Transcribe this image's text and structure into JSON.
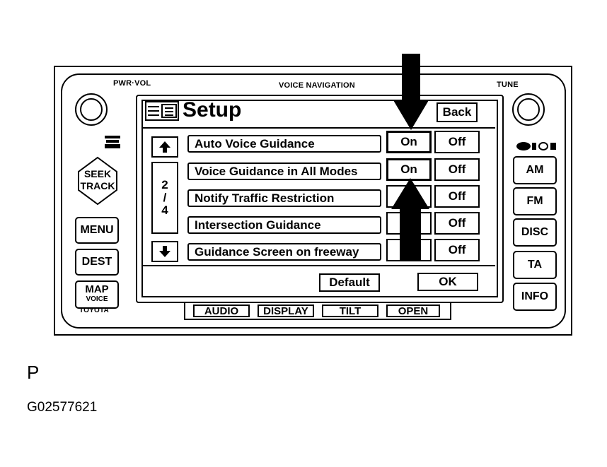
{
  "header_labels": {
    "pwr_vol": "PWR·VOL",
    "voice_navigation": "VOICE NAVIGATION",
    "tune": "TUNE",
    "brand": "TOYOTA"
  },
  "left_buttons": [
    {
      "id": "seek",
      "label_top": "SEEK",
      "label_bottom": "TRACK"
    },
    {
      "id": "menu",
      "label": "MENU"
    },
    {
      "id": "dest",
      "label": "DEST"
    },
    {
      "id": "map",
      "label_top": "MAP",
      "label_bottom": "VOICE"
    }
  ],
  "right_buttons": [
    "AM",
    "FM",
    "DISC",
    "TA",
    "INFO"
  ],
  "screen": {
    "title": "Setup",
    "back": "Back",
    "page_indicator": {
      "current": "2",
      "sep": "/",
      "total": "4"
    },
    "rows": [
      {
        "label": "Auto Voice Guidance",
        "on": "On",
        "off": "Off",
        "selected": "on"
      },
      {
        "label": "Voice Guidance in All Modes",
        "on": "On",
        "off": "Off",
        "selected": "on"
      },
      {
        "label": "Notify Traffic Restriction",
        "on": "",
        "off": "Off",
        "selected": "none"
      },
      {
        "label": "Intersection Guidance",
        "on": "",
        "off": "Off",
        "selected": "none"
      },
      {
        "label": "Guidance Screen on freeway",
        "on": "",
        "off": "Off",
        "selected": "none"
      }
    ],
    "default": "Default",
    "ok": "OK"
  },
  "hard_keys": [
    "AUDIO",
    "DISPLAY",
    "TILT",
    "OPEN"
  ],
  "caption": {
    "letter": "P",
    "figure_id": "G02577621"
  },
  "icons": [
    "knob-left",
    "knob-right",
    "list-icon",
    "up-arrow-icon",
    "down-arrow-icon",
    "cd-icon",
    "voice-icon",
    "arrow-down-annotation",
    "arrow-up-annotation"
  ]
}
